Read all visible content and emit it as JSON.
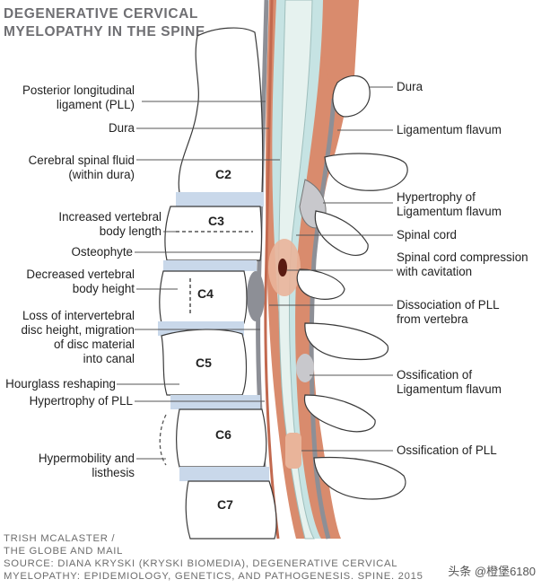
{
  "title": [
    "DEGENERATIVE CERVICAL",
    "MYELOPATHY IN THE SPINE"
  ],
  "vertebrae": [
    "C2",
    "C3",
    "C4",
    "C5",
    "C6",
    "C7"
  ],
  "left_labels": [
    [
      "Posterior longitudinal",
      "ligament (PLL)"
    ],
    [
      "Dura"
    ],
    [
      "Cerebral spinal fluid",
      "(within dura)"
    ],
    [
      "Increased vertebral",
      "body length"
    ],
    [
      "Osteophyte"
    ],
    [
      "Decreased vertebral",
      "body height"
    ],
    [
      "Loss of intervertebral",
      "disc height, migration",
      "of disc material",
      "into canal"
    ],
    [
      "Hourglass reshaping"
    ],
    [
      "Hypertrophy of PLL"
    ],
    [
      "Hypermobility and",
      "listhesis"
    ]
  ],
  "right_labels": [
    [
      "Dura"
    ],
    [
      "Ligamentum flavum"
    ],
    [
      "Hypertrophy of",
      "Ligamentum flavum"
    ],
    [
      "Spinal cord"
    ],
    [
      "Spinal cord compression",
      "with cavitation"
    ],
    [
      "Dissociation of PLL",
      "from vertebra"
    ],
    [
      "Ossification of",
      "Ligamentum flavum"
    ],
    [
      "Ossification of PLL"
    ]
  ],
  "credit": [
    "TRISH MCALASTER /",
    "THE GLOBE AND MAIL",
    "SOURCE: DIANA KRYSKI (KRYSKI BIOMEDIA), DEGENERATIVE CERVICAL",
    "MYELOPATHY: EPIDEMIOLOGY, GENETICS, AND PATHOGENESIS. SPINE. 2015"
  ],
  "watermark": "头条 @橙堡6180",
  "colors": {
    "bone": "#ffffff",
    "bone_outline": "#3a3a3a",
    "disc": "#c9d8ea",
    "dura": "#d98b6d",
    "csf": "#c6e3e3",
    "cord": "#e6f2ef",
    "ligament_gray": "#8d8f96",
    "highlight": "#e9b49a",
    "title": "#6f6f73"
  }
}
